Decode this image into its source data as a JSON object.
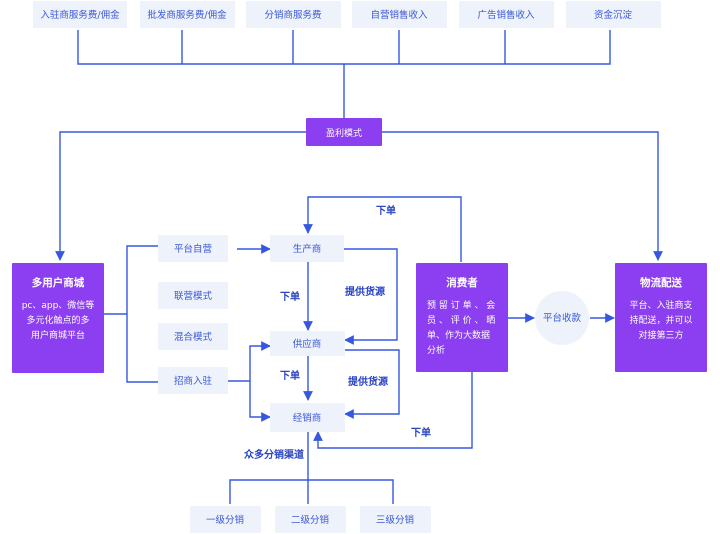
{
  "revenue_sources": [
    "入驻商服务费/佣金",
    "批发商服务费/佣金",
    "分销商服务费",
    "自营销售收入",
    "广告销售收入",
    "资金沉淀"
  ],
  "profit_model": "盈利模式",
  "mall": {
    "title": "多用户商城",
    "lines": [
      "pc、app、微信等",
      "多元化触点的多",
      "用户商城平台"
    ]
  },
  "modes": [
    "平台自营",
    "联营模式",
    "混合模式",
    "招商入驻"
  ],
  "chain": {
    "producer": "生产商",
    "supplier": "供应商",
    "distributor": "经销商"
  },
  "edge_labels": {
    "order_top": "下单",
    "order_mid1": "下单",
    "order_mid2": "下单",
    "order_bottom": "下单",
    "supply1": "提供货源",
    "supply2": "提供货源",
    "channels": "众多分销渠道"
  },
  "consumer": {
    "title": "消费者",
    "lines": [
      "预 留 订 单 、 会",
      "员 、 评 价 、 晒",
      "单、作为大数据",
      "分析"
    ]
  },
  "collection": "平台收款",
  "logistics": {
    "title": "物流配送",
    "lines": [
      "平台、入驻商支",
      "持配送，并可以",
      "对接第三方"
    ]
  },
  "tiers": [
    "一级分销",
    "二级分销",
    "三级分销"
  ]
}
